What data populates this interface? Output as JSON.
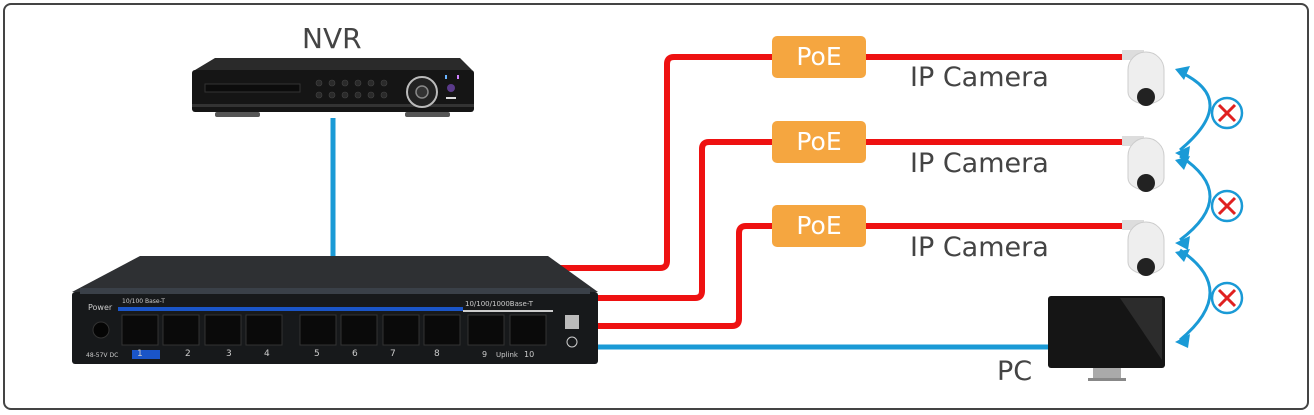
{
  "title": "PoE switch network topology",
  "nvr": {
    "label": "NVR"
  },
  "poe_badges": [
    "PoE",
    "PoE",
    "PoE"
  ],
  "cameras": [
    "IP Camera",
    "IP Camera",
    "IP Camera"
  ],
  "pc": {
    "label": "PC"
  },
  "switch": {
    "power_label": "Power",
    "voltage_label": "48-57V DC",
    "fast_ports_label": "10/100 Base-T",
    "gig_ports_label": "10/100/1000Base-T",
    "port_numbers": [
      "1",
      "2",
      "3",
      "4",
      "5",
      "6",
      "7",
      "8"
    ],
    "uplink_left": "9",
    "uplink_label": "Uplink",
    "uplink_right": "10"
  },
  "colors": {
    "poe_line": "#ee1111",
    "data_line": "#1a9ad6",
    "poe_badge": "#f5a640",
    "block_x": "#e02020"
  }
}
